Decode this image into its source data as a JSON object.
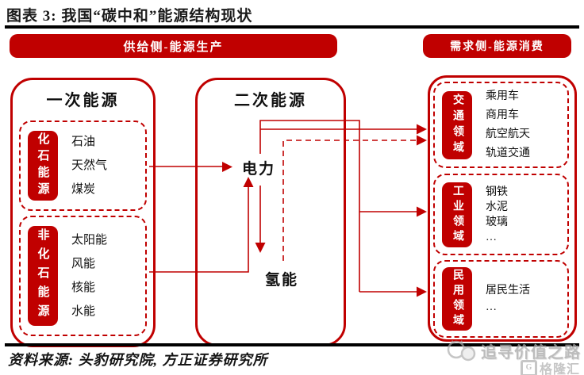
{
  "title": "图表 3: 我国“碳中和”能源结构现状",
  "headers": {
    "supply": "供给侧-能源生产",
    "demand": "需求侧-能源消费"
  },
  "supply_side": {
    "primary": {
      "title": "一次能源",
      "groups": [
        {
          "label": "化石能源",
          "items": [
            "石油",
            "天然气",
            "煤炭"
          ]
        },
        {
          "label": "非化石能源",
          "items": [
            "太阳能",
            "风能",
            "核能",
            "水能"
          ]
        }
      ]
    },
    "secondary": {
      "title": "二次能源",
      "electricity": "电力",
      "hydrogen": "氢能"
    }
  },
  "demand_side": {
    "sections": [
      {
        "label": "交通领域",
        "items": [
          "乘用车",
          "商用车",
          "航空航天",
          "轨道交通"
        ]
      },
      {
        "label": "工业领域",
        "items": [
          "钢铁",
          "水泥",
          "玻璃",
          "…"
        ]
      },
      {
        "label": "民用领域",
        "items": [
          "居民生活",
          "…"
        ]
      }
    ]
  },
  "source": "资料来源: 头豹研究院, 方正证券研究所",
  "watermark": {
    "slogan": "追寻价值之路",
    "brand": "格隆汇",
    "brand_initial": "G"
  },
  "colors": {
    "accent": "#c00000",
    "text": "#1a1a1a",
    "watermark_gray": "#a6a6a6"
  }
}
